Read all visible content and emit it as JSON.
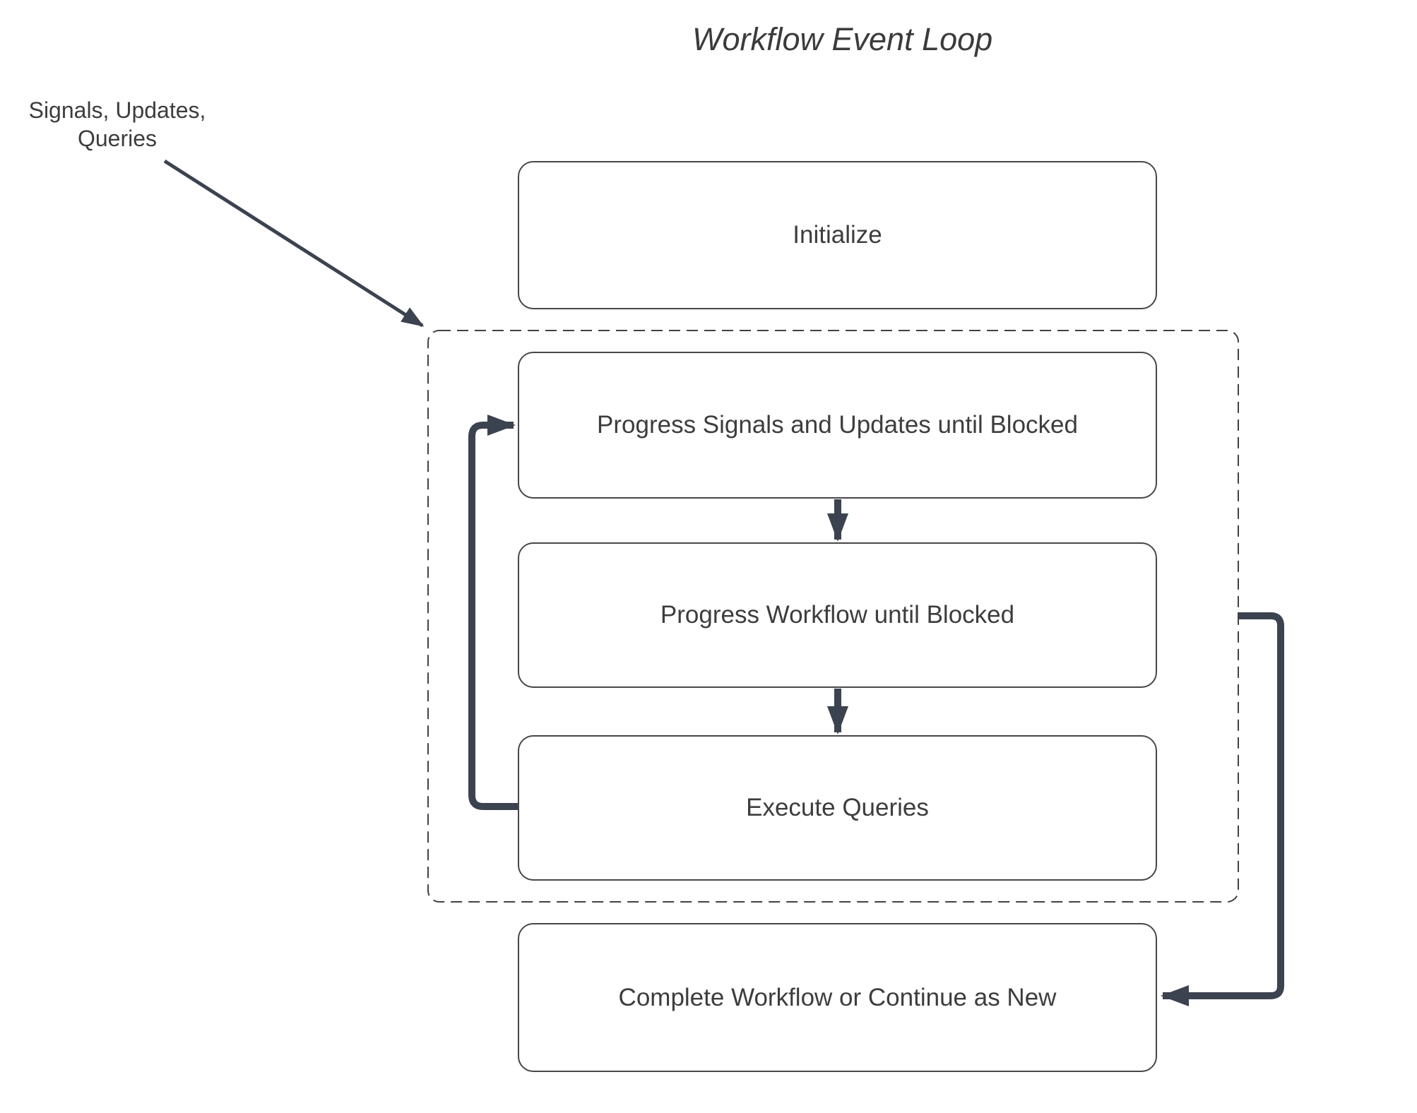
{
  "title": "Workflow Event Loop",
  "annotation": {
    "label": "Signals, Updates,\nQueries"
  },
  "nodes": {
    "initialize": {
      "label": "Initialize"
    },
    "progress_signals": {
      "label": "Progress Signals and Updates until Blocked"
    },
    "progress_workflow": {
      "label": "Progress Workflow until Blocked"
    },
    "execute_queries": {
      "label": "Execute Queries"
    },
    "complete": {
      "label": "Complete Workflow or Continue as New"
    }
  },
  "colors": {
    "arrow": "#3c4350",
    "box-border": "#474747",
    "dashed-border": "#424242",
    "text": "#3d3d3d",
    "bg": "#ffffff"
  }
}
